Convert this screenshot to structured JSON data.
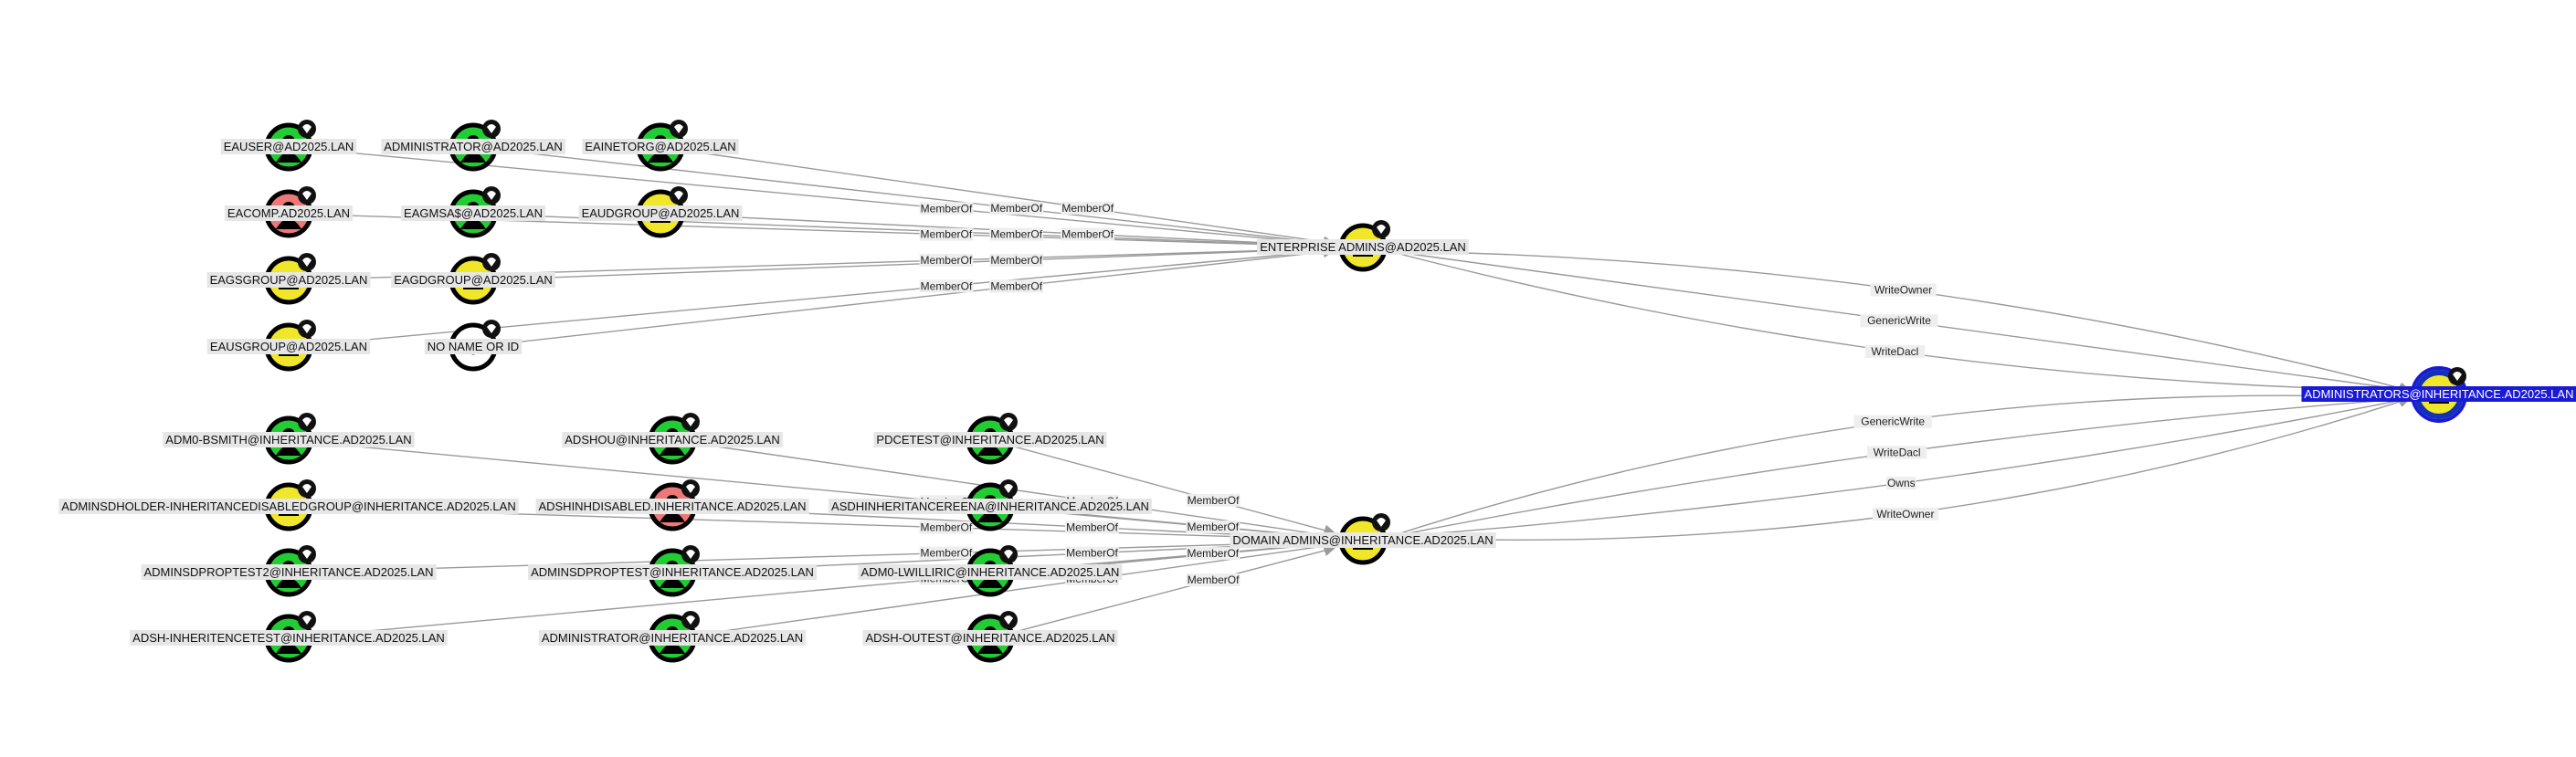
{
  "colors": {
    "user_green": "#22cc33",
    "computer_red": "#ee7777",
    "group_yellow": "#f0e62a",
    "unknown_white": "#ffffff",
    "edge_gray": "#9a9a9a",
    "selected_blue": "#1a1ad6"
  },
  "nodes": [
    {
      "id": "n_euser",
      "label": "EAUSER@AD2025.LAN",
      "kind": "user",
      "fill": "#22cc33",
      "icon": "user-icon"
    },
    {
      "id": "n_ea_admin",
      "label": "ADMINISTRATOR@AD2025.LAN",
      "kind": "user",
      "fill": "#22cc33",
      "icon": "user-icon"
    },
    {
      "id": "n_einetorg",
      "label": "EAINETORG@AD2025.LAN",
      "kind": "user",
      "fill": "#22cc33",
      "icon": "user-icon"
    },
    {
      "id": "n_ecomp",
      "label": "EACOMP.AD2025.LAN",
      "kind": "computer",
      "fill": "#ee7777",
      "icon": "computer-icon"
    },
    {
      "id": "n_egmsa",
      "label": "EAGMSA$@AD2025.LAN",
      "kind": "user",
      "fill": "#22cc33",
      "icon": "user-icon"
    },
    {
      "id": "n_eudgroup",
      "label": "EAUDGROUP@AD2025.LAN",
      "kind": "group",
      "fill": "#f0e62a",
      "icon": "group-icon"
    },
    {
      "id": "n_esgroup",
      "label": "EAGSGROUP@AD2025.LAN",
      "kind": "group",
      "fill": "#f0e62a",
      "icon": "group-icon"
    },
    {
      "id": "n_edgroup",
      "label": "EAGDGROUP@AD2025.LAN",
      "kind": "group",
      "fill": "#f0e62a",
      "icon": "group-icon"
    },
    {
      "id": "n_eusgroup",
      "label": "EAUSGROUP@AD2025.LAN",
      "kind": "group",
      "fill": "#f0e62a",
      "icon": "group-icon"
    },
    {
      "id": "n_noname",
      "label": "NO NAME OR ID",
      "kind": "unknown",
      "fill": "#ffffff",
      "icon": "unknown-icon"
    },
    {
      "id": "n_enterprise",
      "label": "ENTERPRISE ADMINS@AD2025.LAN",
      "kind": "group",
      "fill": "#f0e62a",
      "icon": "group-icon"
    },
    {
      "id": "n_bsmith",
      "label": "ADM0-BSMITH@INHERITANCE.AD2025.LAN",
      "kind": "user",
      "fill": "#22cc33",
      "icon": "user-icon"
    },
    {
      "id": "n_adshou",
      "label": "ADSHOU@INHERITANCE.AD2025.LAN",
      "kind": "user",
      "fill": "#22cc33",
      "icon": "user-icon"
    },
    {
      "id": "n_pdcetest",
      "label": "PDCETEST@INHERITANCE.AD2025.LAN",
      "kind": "user",
      "fill": "#22cc33",
      "icon": "user-icon"
    },
    {
      "id": "n_sdholder",
      "label": "ADMINSDHOLDER-INHERITANCEDISABLEDGROUP@INHERITANCE.AD2025.LAN",
      "kind": "group",
      "fill": "#f0e62a",
      "icon": "group-icon"
    },
    {
      "id": "n_shinhdis",
      "label": "ADSHINHDISABLED.INHERITANCE.AD2025.LAN",
      "kind": "computer",
      "fill": "#ee7777",
      "icon": "computer-icon"
    },
    {
      "id": "n_reena",
      "label": "ASDHINHERITANCEREENA@INHERITANCE.AD2025.LAN",
      "kind": "user",
      "fill": "#22cc33",
      "icon": "user-icon"
    },
    {
      "id": "n_proptest2",
      "label": "ADMINSDPROPTEST2@INHERITANCE.AD2025.LAN",
      "kind": "user",
      "fill": "#22cc33",
      "icon": "user-icon"
    },
    {
      "id": "n_proptest",
      "label": "ADMINSDPROPTEST@INHERITANCE.AD2025.LAN",
      "kind": "user",
      "fill": "#22cc33",
      "icon": "user-icon"
    },
    {
      "id": "n_lwilliric",
      "label": "ADM0-LWILLIRIC@INHERITANCE.AD2025.LAN",
      "kind": "user",
      "fill": "#22cc33",
      "icon": "user-icon"
    },
    {
      "id": "n_inhtest",
      "label": "ADSH-INHERITENCETEST@INHERITANCE.AD2025.LAN",
      "kind": "user",
      "fill": "#22cc33",
      "icon": "user-icon"
    },
    {
      "id": "n_inh_admin",
      "label": "ADMINISTRATOR@INHERITANCE.AD2025.LAN",
      "kind": "user",
      "fill": "#22cc33",
      "icon": "user-icon"
    },
    {
      "id": "n_outest",
      "label": "ADSH-OUTEST@INHERITANCE.AD2025.LAN",
      "kind": "user",
      "fill": "#22cc33",
      "icon": "user-icon"
    },
    {
      "id": "n_domain",
      "label": "DOMAIN ADMINS@INHERITANCE.AD2025.LAN",
      "kind": "group",
      "fill": "#f0e62a",
      "icon": "group-icon"
    },
    {
      "id": "n_target",
      "label": "ADMINISTRATORS@INHERITANCE.AD2025.LAN",
      "kind": "group",
      "fill": "#f0e62a",
      "icon": "group-icon",
      "selected": true
    }
  ],
  "edges": [
    {
      "from": "n_euser",
      "to": "n_enterprise",
      "label": "MemberOf"
    },
    {
      "from": "n_ea_admin",
      "to": "n_enterprise",
      "label": "MemberOf"
    },
    {
      "from": "n_einetorg",
      "to": "n_enterprise",
      "label": "MemberOf"
    },
    {
      "from": "n_ecomp",
      "to": "n_enterprise",
      "label": "MemberOf"
    },
    {
      "from": "n_egmsa",
      "to": "n_enterprise",
      "label": "MemberOf"
    },
    {
      "from": "n_eudgroup",
      "to": "n_enterprise",
      "label": "MemberOf"
    },
    {
      "from": "n_esgroup",
      "to": "n_enterprise",
      "label": "MemberOf"
    },
    {
      "from": "n_edgroup",
      "to": "n_enterprise",
      "label": "MemberOf"
    },
    {
      "from": "n_eusgroup",
      "to": "n_enterprise",
      "label": "MemberOf"
    },
    {
      "from": "n_noname",
      "to": "n_enterprise",
      "label": "MemberOf"
    },
    {
      "from": "n_bsmith",
      "to": "n_domain",
      "label": "MemberOf"
    },
    {
      "from": "n_adshou",
      "to": "n_domain",
      "label": "MemberOf"
    },
    {
      "from": "n_pdcetest",
      "to": "n_domain",
      "label": "MemberOf"
    },
    {
      "from": "n_sdholder",
      "to": "n_domain",
      "label": "MemberOf"
    },
    {
      "from": "n_shinhdis",
      "to": "n_domain",
      "label": "MemberOf"
    },
    {
      "from": "n_reena",
      "to": "n_domain",
      "label": "MemberOf"
    },
    {
      "from": "n_proptest2",
      "to": "n_domain",
      "label": "MemberOf"
    },
    {
      "from": "n_proptest",
      "to": "n_domain",
      "label": "MemberOf"
    },
    {
      "from": "n_lwilliric",
      "to": "n_domain",
      "label": "MemberOf"
    },
    {
      "from": "n_inhtest",
      "to": "n_domain",
      "label": "MemberOf"
    },
    {
      "from": "n_inh_admin",
      "to": "n_domain",
      "label": "MemberOf"
    },
    {
      "from": "n_outest",
      "to": "n_domain",
      "label": "MemberOf"
    },
    {
      "from": "n_enterprise",
      "to": "n_target",
      "label": "WriteOwner"
    },
    {
      "from": "n_enterprise",
      "to": "n_target",
      "label": "GenericWrite"
    },
    {
      "from": "n_enterprise",
      "to": "n_target",
      "label": "WriteDacl"
    },
    {
      "from": "n_domain",
      "to": "n_target",
      "label": "GenericWrite"
    },
    {
      "from": "n_domain",
      "to": "n_target",
      "label": "WriteDacl"
    },
    {
      "from": "n_domain",
      "to": "n_target",
      "label": "Owns"
    },
    {
      "from": "n_domain",
      "to": "n_target",
      "label": "WriteOwner"
    }
  ]
}
